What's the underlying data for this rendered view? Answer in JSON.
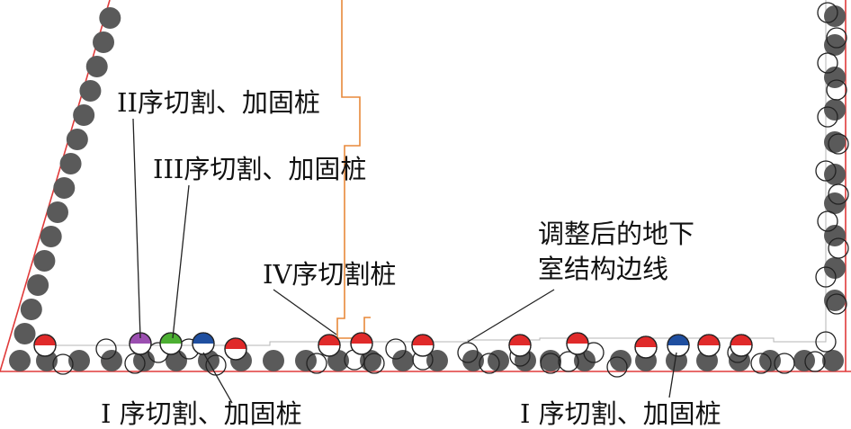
{
  "labels": {
    "phase2": "II序切割、加固桩",
    "phase3": "III序切割、加固桩",
    "phase4": "IV序切割桩",
    "adjusted_boundary_1": "调整后的地下",
    "adjusted_boundary_2": "室结构边线",
    "phase1_left": "I 序切割、加固桩",
    "phase1_right": "I 序切割、加固桩"
  },
  "colors": {
    "boundary": "#e03a3a",
    "orange_line": "#e8883a",
    "gray_pile": "#5a5a5a",
    "phase1_red": "#e02a2a",
    "phase2_purple": "#9b4fb0",
    "phase3_green": "#4caf32",
    "phase1_blue": "#1f4fa0"
  }
}
